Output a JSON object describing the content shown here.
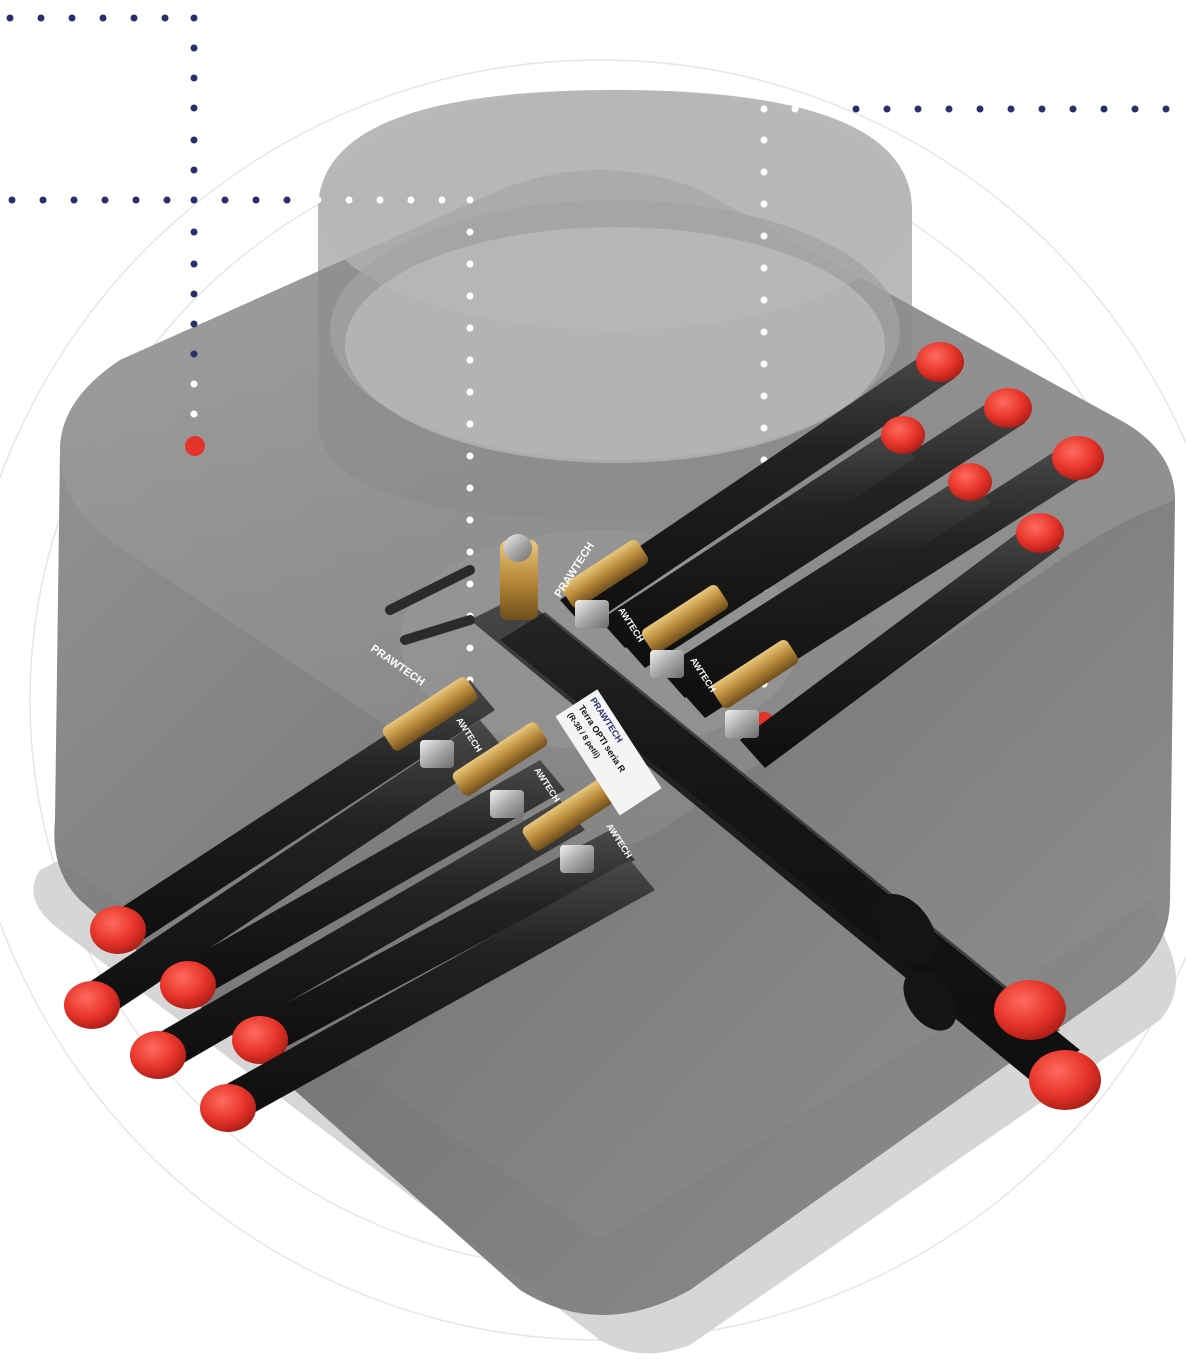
{
  "image": {
    "brand_mark": "PRAWTECH",
    "collector_label": {
      "line1": "PRAWTECH",
      "line2": "Terra OPTI seria R",
      "line3": "(R-38 / 8 petli)"
    },
    "valve_labels": [
      "AWTECH",
      "AWTECH",
      "AWTECH",
      "AWTECH",
      "AWTECH"
    ]
  },
  "palette": {
    "dots_navy": "#2a2f6b",
    "dots_white": "#ffffff",
    "accent_red": "#e63329",
    "chamber_gray": "#7d7d7d",
    "pipe_black": "#1b1b1b",
    "brass": "#b8893a"
  }
}
